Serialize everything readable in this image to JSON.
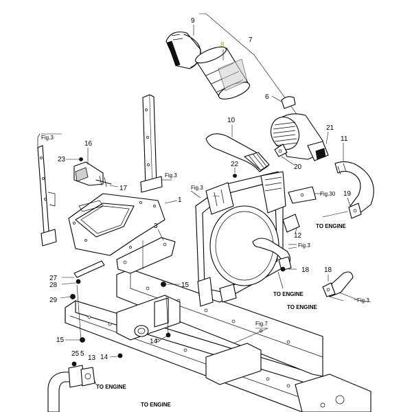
{
  "callouts": {
    "p1": "1",
    "p3": "3",
    "p5": "5",
    "p6": "6",
    "p7": "7",
    "p8": "8",
    "p9": "9",
    "p10": "10",
    "p11": "11",
    "p12": "12",
    "p13": "13",
    "p14a": "14",
    "p14b": "14",
    "p15a": "15",
    "p15b": "15",
    "p16": "16",
    "p17": "17",
    "p18a": "18",
    "p18b": "18",
    "p19": "19",
    "p20": "20",
    "p21": "21",
    "p22": "22",
    "p23": "23",
    "p25": "25",
    "p27": "27",
    "p28": "28",
    "p29": "29"
  },
  "figure_refs": {
    "fig3_left": "Fig.3",
    "fig3_top": "Fig.3",
    "fig3_fan": "Fig.3",
    "fig3_hose": "Fig.3",
    "fig3_right": "Fig.3",
    "fig30": "Fig.30",
    "fig7": "Fig.7"
  },
  "destinations": {
    "engine_1": "TO ENGINE",
    "engine_2": "TO ENGINE",
    "engine_3": "TO ENGINE",
    "engine_4": "TO ENGINE",
    "engine_5": "TO ENGINE"
  },
  "colors": {
    "line": "#000000",
    "background": "#ffffff",
    "highlight_callout": "#a8a800"
  }
}
